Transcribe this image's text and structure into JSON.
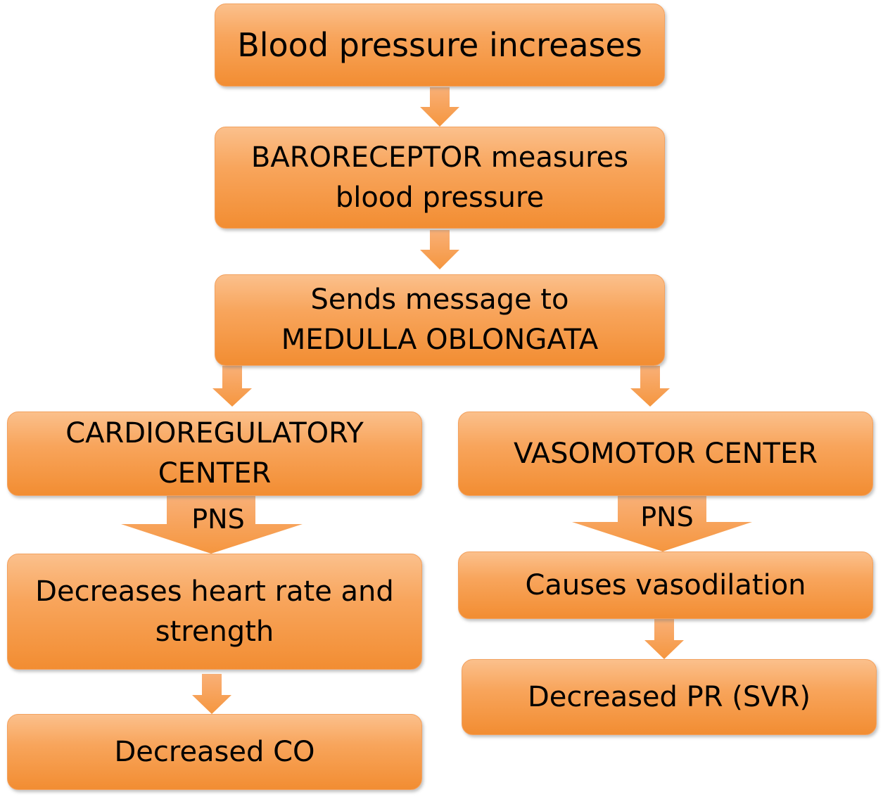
{
  "nodes": {
    "bp_increases": {
      "lines": [
        "Blood pressure increases"
      ]
    },
    "baroreceptor": {
      "lines": [
        "BARORECEPTOR measures",
        "blood pressure"
      ]
    },
    "medulla": {
      "lines": [
        "Sends message to",
        "MEDULLA OBLONGATA"
      ]
    },
    "cardio_center": {
      "lines": [
        "CARDIOREGULATORY",
        "CENTER"
      ]
    },
    "vasomotor_center": {
      "lines": [
        "VASOMOTOR CENTER"
      ]
    },
    "decreases_hr": {
      "lines": [
        "Decreases heart rate and",
        "strength"
      ]
    },
    "vasodilation": {
      "lines": [
        "Causes vasodilation"
      ]
    },
    "decreased_co": {
      "lines": [
        "Decreased CO"
      ]
    },
    "decreased_pr": {
      "lines": [
        "Decreased PR (SVR)"
      ]
    }
  },
  "labels": {
    "pns_left": "PNS",
    "pns_right": "PNS"
  },
  "colors": {
    "box_top": "#fbc08c",
    "box_bottom": "#f28d32",
    "arrow_fill": "#f7a055"
  }
}
